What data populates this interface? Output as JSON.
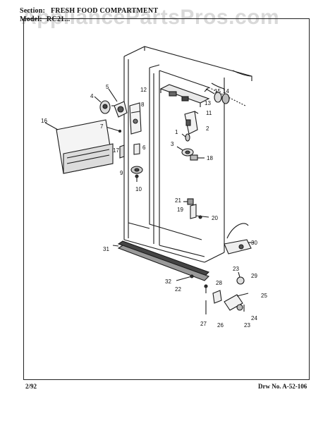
{
  "header": {
    "section_label": "Section:",
    "section_value": "FRESH FOOD COMPARTMENT",
    "model_label": "Model:",
    "model_value": "RC21..."
  },
  "watermark": {
    "text": "AppliancePartsPros.com"
  },
  "footer": {
    "date": "2/92",
    "drawing_number": "Drw No. A-52-106"
  },
  "callouts": [
    "1",
    "2",
    "3",
    "4",
    "5",
    "6",
    "7",
    "8",
    "9",
    "10",
    "11",
    "12",
    "13",
    "14",
    "15",
    "16",
    "17",
    "18",
    "19",
    "20",
    "21",
    "22",
    "23",
    "23",
    "24",
    "25",
    "26",
    "27",
    "28",
    "29",
    "30",
    "31",
    "32"
  ]
}
